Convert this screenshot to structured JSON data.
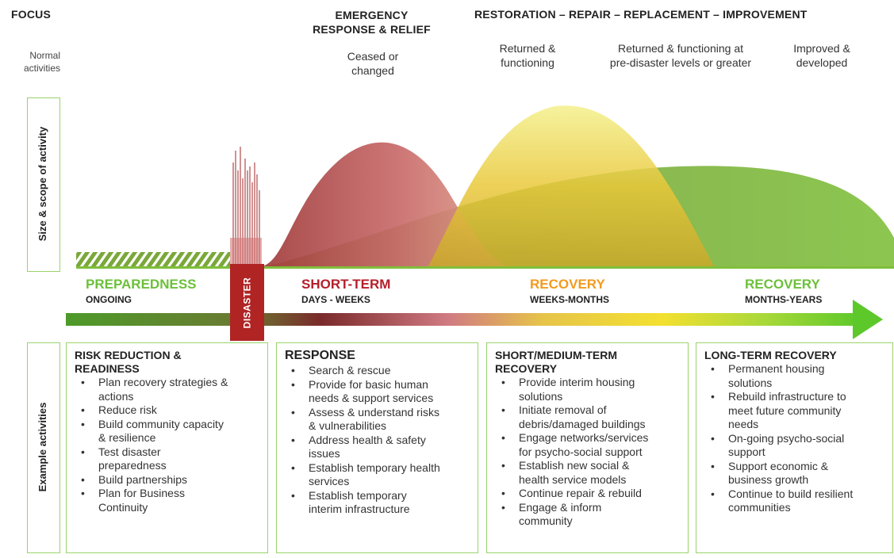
{
  "header": {
    "focus": "FOCUS",
    "normal_activities": [
      "Normal",
      "activities"
    ],
    "emergency": [
      "EMERGENCY",
      "RESPONSE & RELIEF"
    ],
    "ceased": [
      "Ceased or",
      "changed"
    ],
    "restoration": "RESTORATION – REPAIR – REPLACEMENT – IMPROVEMENT",
    "returned": [
      "Returned &",
      "functioning"
    ],
    "returned_levels": [
      "Returned & functioning at",
      "pre-disaster levels or greater"
    ],
    "improved": [
      "Improved &",
      "developed"
    ]
  },
  "side_labels": {
    "size_scope": "Size & scope of activity",
    "example": "Example activities"
  },
  "disaster_label": "DISASTER",
  "phases": [
    {
      "title": "PREPAREDNESS",
      "sub": "ONGOING",
      "color": "#6cc03a"
    },
    {
      "title": "SHORT-TERM",
      "sub": "DAYS - WEEKS",
      "color": "#b51f2b"
    },
    {
      "title": "RECOVERY",
      "sub": "WEEKS-MONTHS",
      "color": "#f39a1e"
    },
    {
      "title": "RECOVERY",
      "sub": "MONTHS-YEARS",
      "color": "#6cc03a"
    }
  ],
  "cards": [
    {
      "title": [
        "RISK REDUCTION &",
        "READINESS"
      ],
      "items": [
        [
          "Plan recovery strategies &",
          "actions"
        ],
        [
          "Reduce risk"
        ],
        [
          "Build community capacity",
          "& resilience"
        ],
        [
          "Test disaster",
          "preparedness"
        ],
        [
          "Build partnerships"
        ],
        [
          "Plan for Business",
          "Continuity"
        ]
      ]
    },
    {
      "title": [
        "RESPONSE"
      ],
      "items": [
        [
          "Search & rescue"
        ],
        [
          "Provide for basic human",
          "needs & support services"
        ],
        [
          "Assess & understand risks",
          "& vulnerabilities"
        ],
        [
          "Address health & safety",
          "issues"
        ],
        [
          "Establish temporary health",
          "services"
        ],
        [
          "Establish temporary",
          "interim infrastructure"
        ]
      ]
    },
    {
      "title": [
        "SHORT/MEDIUM-TERM",
        "RECOVERY"
      ],
      "items": [
        [
          "Provide interim housing",
          "solutions"
        ],
        [
          "Initiate removal of",
          "debris/damaged buildings"
        ],
        [
          "Engage networks/services",
          "for psycho-social support"
        ],
        [
          "Establish new social &",
          "health service models"
        ],
        [
          "Continue repair & rebuild"
        ],
        [
          "Engage & inform",
          "community"
        ]
      ]
    },
    {
      "title": [
        "LONG-TERM RECOVERY"
      ],
      "items": [
        [
          "Permanent housing",
          "solutions"
        ],
        [
          "Rebuild infrastructure to",
          "meet future community",
          "needs"
        ],
        [
          "On-going psycho-social",
          "support"
        ],
        [
          "Support economic &",
          "business growth"
        ],
        [
          "Continue to build resilient",
          "communities"
        ]
      ]
    }
  ]
}
